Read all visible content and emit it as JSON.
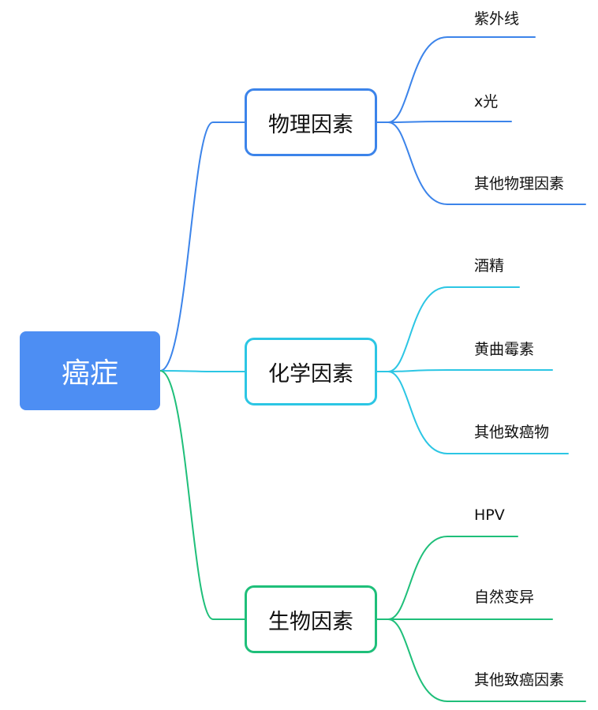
{
  "root": {
    "label": "癌症",
    "color": "#4d8ef3"
  },
  "branches": [
    {
      "label": "物理因素",
      "color": "#3c84ea",
      "children": [
        "紫外线",
        "x光",
        "其他物理因素"
      ]
    },
    {
      "label": "化学因素",
      "color": "#2cc6e4",
      "children": [
        "酒精",
        "黄曲霉素",
        "其他致癌物"
      ]
    },
    {
      "label": "生物因素",
      "color": "#1fbf7a",
      "children": [
        "HPV",
        "自然变异",
        "其他致癌因素"
      ]
    }
  ]
}
